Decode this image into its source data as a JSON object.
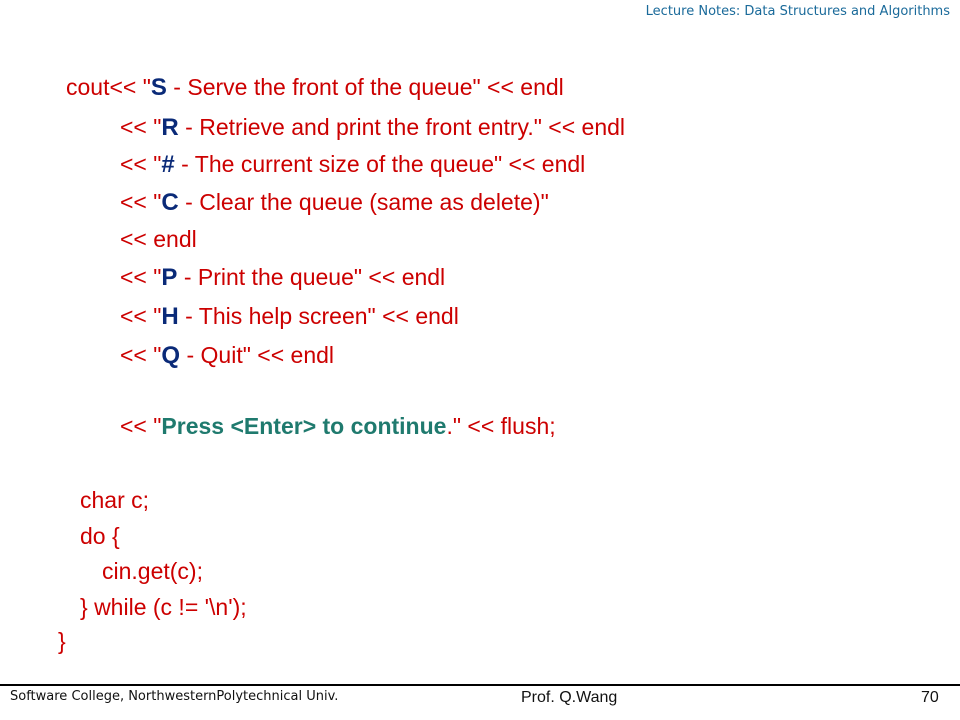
{
  "header": {
    "title": "Lecture Notes: Data Structures and Algorithms"
  },
  "code": {
    "lines": [
      {
        "pre": "cout<< \"",
        "kw": "S",
        "post": " - Serve the front of the queue\" << endl"
      },
      {
        "pre": "<< \"",
        "kw": "R",
        "post": " - Retrieve and print the front entry.\" << endl"
      },
      {
        "pre": "<< \"",
        "kw": "#",
        "post": " - The current size of the queue\" << endl"
      },
      {
        "pre": "<< \"",
        "kw": "C",
        "post": " - Clear the queue (same as delete)\""
      },
      {
        "text": "<< endl"
      },
      {
        "pre": "<< \"",
        "kw": "P",
        "post": " - Print the queue\" << endl"
      },
      {
        "pre": "<< \"",
        "kw": "H",
        "post": " - This help screen\" << endl"
      },
      {
        "pre": "<< \"",
        "kw": "Q",
        "post": " - Quit\" << endl"
      },
      {
        "pre": "<< \"",
        "green1": "Press <Enter> to continue",
        "post": ".\" << flush;"
      },
      {
        "text": "char c;"
      },
      {
        "text": "do {"
      },
      {
        "text": "cin.get(c);"
      },
      {
        "text": "} while (c != '\\n');"
      },
      {
        "text": "}"
      }
    ]
  },
  "footer": {
    "institution": "Software College, NorthwesternPolytechnical Univ.",
    "author": "Prof. Q.Wang",
    "page": "70"
  }
}
